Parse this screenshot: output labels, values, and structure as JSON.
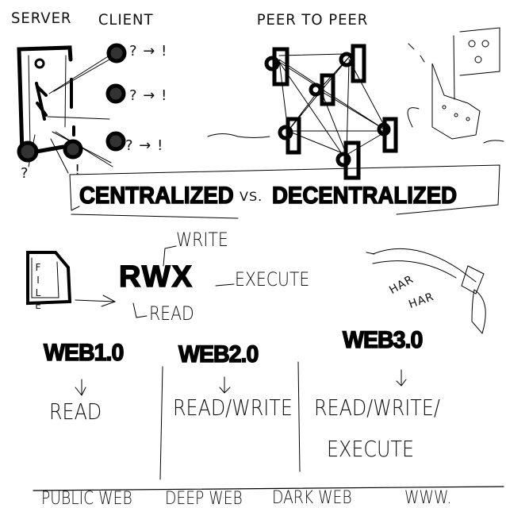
{
  "top": {
    "server_label": "SERVER",
    "client_label": "CLIENT",
    "peer_label": "PEER TO PEER",
    "client_marks": [
      "? → !",
      "? → !",
      "? → !"
    ],
    "bottom_marks": [
      "?",
      "!"
    ]
  },
  "banner": {
    "left": "CENTRALIZED",
    "vs": "VS.",
    "right": "DECENTRALIZED"
  },
  "permissions": {
    "file_label": "FILE",
    "rwx": "RWX",
    "write": "WRITE",
    "execute": "EXECUTE",
    "read": "READ",
    "har1": "HAR",
    "har2": "HAR"
  },
  "webs": [
    {
      "title": "WEB1.0",
      "desc": "READ"
    },
    {
      "title": "WEB2.0",
      "desc": "READ/WRITE"
    },
    {
      "title": "WEB3.0",
      "desc": "READ/WRITE/",
      "desc2": "EXECUTE"
    }
  ],
  "footer": [
    "PUBLIC WEB",
    "DEEP WEB",
    "DARK WEB",
    "WWW."
  ],
  "colors": {
    "ink": "#000000",
    "paper": "#ffffff"
  }
}
